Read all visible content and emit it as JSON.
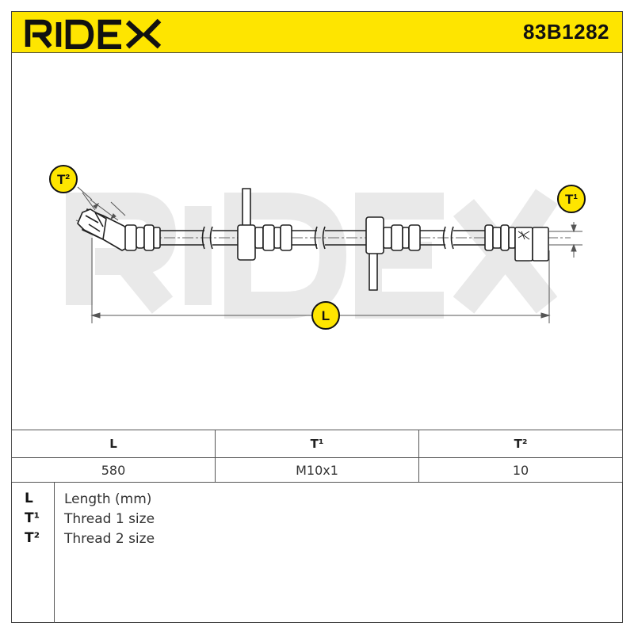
{
  "header": {
    "brand": "RIDEX",
    "part_number": "83B1282",
    "brand_color": "#fee500"
  },
  "drawing": {
    "watermark": "RIDEX",
    "labels": {
      "t2": "T²",
      "t1": "T¹",
      "length": "L"
    }
  },
  "specs": {
    "columns": [
      "L",
      "T¹",
      "T²"
    ],
    "values": [
      "580",
      "M10x1",
      "10"
    ]
  },
  "legend": [
    {
      "key": "L",
      "desc": "Length (mm)"
    },
    {
      "key": "T¹",
      "desc": "Thread 1 size"
    },
    {
      "key": "T²",
      "desc": "Thread 2 size"
    }
  ]
}
